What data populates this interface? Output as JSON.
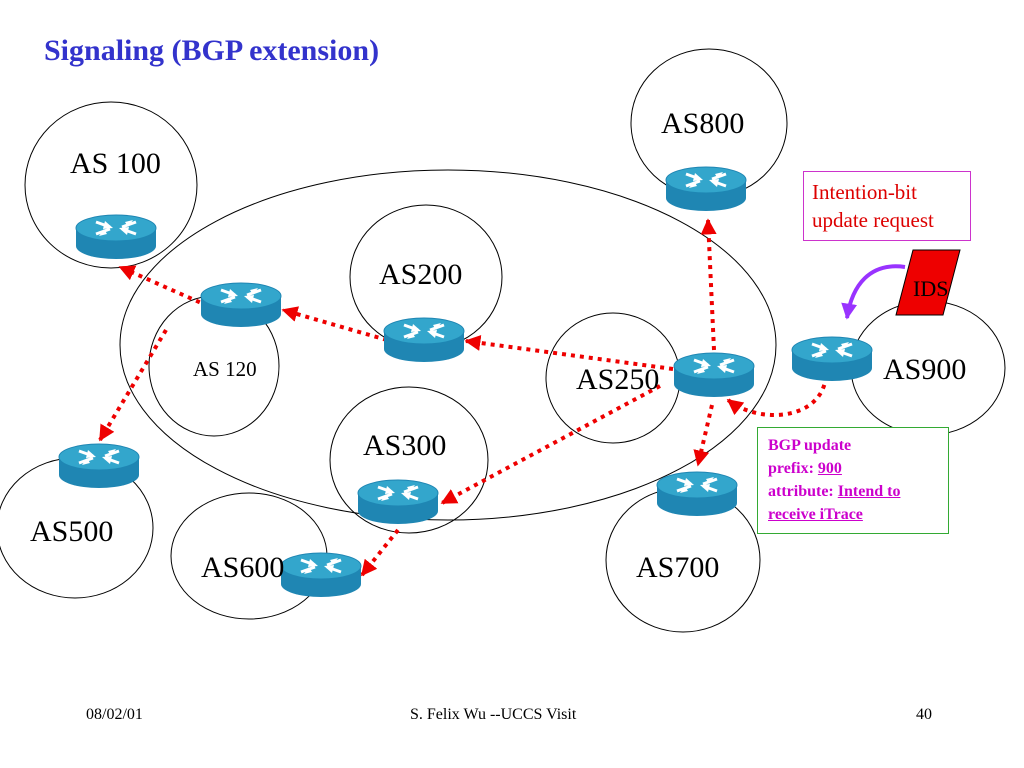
{
  "title": "Signaling (BGP extension)",
  "as_labels": {
    "as100": "AS 100",
    "as120": "AS 120",
    "as200": "AS200",
    "as250": "AS250",
    "as300": "AS300",
    "as500": "AS500",
    "as600": "AS600",
    "as700": "AS700",
    "as800": "AS800",
    "as900": "AS900"
  },
  "ids_label": "IDS",
  "intention_callout": {
    "line1": "Intention-bit",
    "line2": "update request"
  },
  "bgp_callout": {
    "line1": "BGP update",
    "prefix_label": "prefix: ",
    "prefix_value": "900",
    "attribute_label": "attribute: ",
    "attribute_value_line1": "Intend to ",
    "attribute_value_line2": "receive iTrace"
  },
  "footer": {
    "date": "08/02/01",
    "center": "S. Felix Wu --UCCS Visit",
    "page": "40"
  },
  "colors": {
    "title": "#3333cc",
    "arrow": "#ee0000",
    "router_top": "#33a6cc",
    "router_body": "#1f86b3",
    "ids_fill": "#ee0000",
    "ids_arrow": "#9933ff"
  }
}
